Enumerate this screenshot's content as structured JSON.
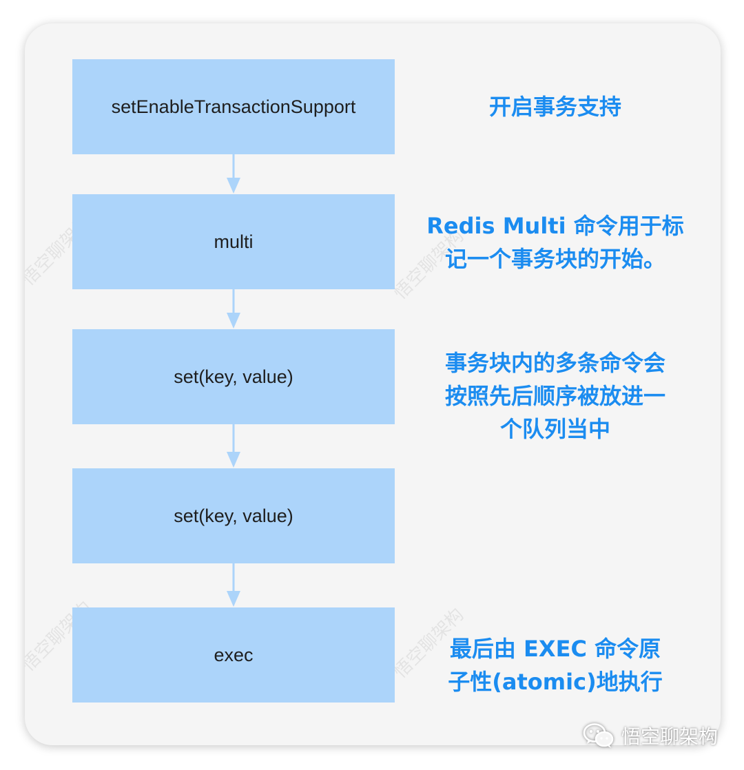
{
  "steps": [
    {
      "label": "setEnableTransactionSupport"
    },
    {
      "label": "multi"
    },
    {
      "label": "set(key, value)"
    },
    {
      "label": "set(key, value)"
    },
    {
      "label": "exec"
    }
  ],
  "notes": [
    {
      "lines": [
        "开启事务支持"
      ]
    },
    {
      "lines": [
        "Redis Multi 命令用于标",
        "记一个事务块的开始。"
      ]
    },
    {
      "lines": [
        "事务块内的多条命令会",
        "按照先后顺序被放进一",
        "个队列当中"
      ]
    },
    {
      "lines": [
        "最后由 EXEC 命令原",
        "子性(atomic)地执行"
      ]
    }
  ],
  "watermark": "悟空聊架构",
  "footer": {
    "account": "悟空聊架构",
    "icon": "wechat-icon"
  },
  "colors": {
    "card_bg": "#f5f5f5",
    "step_fill": "#acd4fa",
    "arrow": "#acd4fa",
    "note_text": "#1b8cf0"
  }
}
